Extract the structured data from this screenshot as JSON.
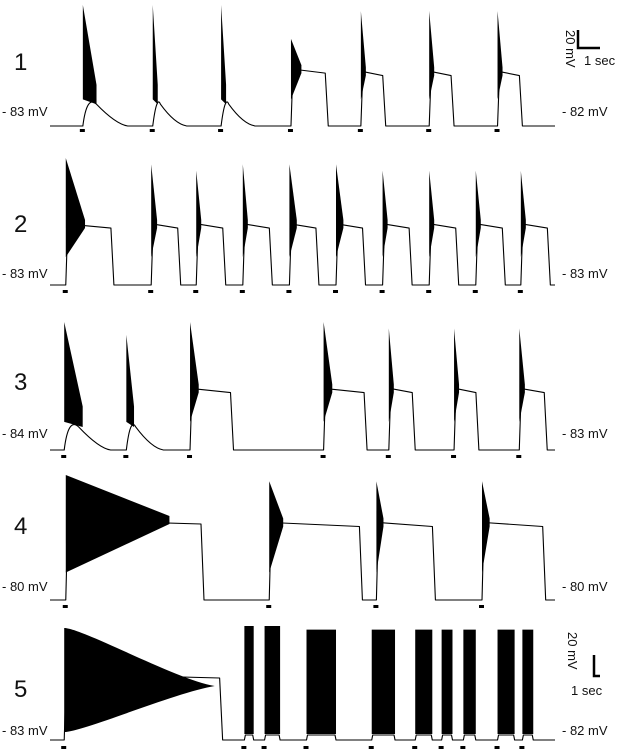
{
  "chart_data": {
    "type": "line",
    "panels": [
      {
        "number": "1",
        "left_label": "- 83 mV",
        "right_label": "- 82 mV",
        "events": [
          {
            "start": 0.8,
            "duration": 0.8,
            "plateau": 0,
            "burst_height": 1.0,
            "burst_tail": 0.55
          },
          {
            "start": 3.05,
            "duration": 0.45,
            "plateau": 0,
            "burst_height": 1.0,
            "burst_tail": 0.35
          },
          {
            "start": 5.25,
            "duration": 0.45,
            "plateau": 0,
            "burst_height": 1.0,
            "burst_tail": 0.3
          },
          {
            "start": 7.5,
            "duration": 1.2,
            "plateau": 0.47,
            "burst_height": 0.72,
            "burst_tail": 0.28
          },
          {
            "start": 9.75,
            "duration": 0.8,
            "plateau": 0.45,
            "burst_height": 0.95,
            "burst_tail": 0.12
          },
          {
            "start": 11.95,
            "duration": 0.8,
            "plateau": 0.45,
            "burst_height": 0.95,
            "burst_tail": 0.12
          },
          {
            "start": 14.15,
            "duration": 0.8,
            "plateau": 0.45,
            "burst_height": 0.95,
            "burst_tail": 0.12
          }
        ]
      },
      {
        "number": "2",
        "left_label": "- 83 mV",
        "right_label": "- 83 mV",
        "events": [
          {
            "start": 0.25,
            "duration": 1.55,
            "plateau": 0.48,
            "burst_height": 1.0,
            "burst_tail": 0.4
          },
          {
            "start": 3.0,
            "duration": 0.95,
            "plateau": 0.48,
            "burst_height": 0.95,
            "burst_tail": 0.2
          },
          {
            "start": 4.45,
            "duration": 0.95,
            "plateau": 0.48,
            "burst_height": 0.9,
            "burst_tail": 0.15
          },
          {
            "start": 5.95,
            "duration": 0.95,
            "plateau": 0.48,
            "burst_height": 0.95,
            "burst_tail": 0.1
          },
          {
            "start": 7.45,
            "duration": 0.95,
            "plateau": 0.48,
            "burst_height": 0.95,
            "burst_tail": 0.25
          },
          {
            "start": 8.95,
            "duration": 0.95,
            "plateau": 0.48,
            "burst_height": 0.95,
            "burst_tail": 0.25
          },
          {
            "start": 10.45,
            "duration": 0.95,
            "plateau": 0.48,
            "burst_height": 0.9,
            "burst_tail": 0.08
          },
          {
            "start": 11.95,
            "duration": 0.95,
            "plateau": 0.48,
            "burst_height": 0.9,
            "burst_tail": 0.15
          },
          {
            "start": 13.45,
            "duration": 0.95,
            "plateau": 0.48,
            "burst_height": 0.9,
            "burst_tail": 0.15
          },
          {
            "start": 14.9,
            "duration": 0.95,
            "plateau": 0.48,
            "burst_height": 0.9,
            "burst_tail": 0.15
          }
        ]
      },
      {
        "number": "3",
        "left_label": "- 84 mV",
        "right_label": "- 83 mV",
        "events": [
          {
            "start": 0.2,
            "duration": 0.85,
            "plateau": 0,
            "burst_height": 1.0,
            "burst_tail": 0.7
          },
          {
            "start": 2.2,
            "duration": 0.55,
            "plateau": 0,
            "burst_height": 0.9,
            "burst_tail": 0.45
          },
          {
            "start": 4.25,
            "duration": 1.4,
            "plateau": 0.48,
            "burst_height": 1.0,
            "burst_tail": 0.2
          },
          {
            "start": 8.55,
            "duration": 1.4,
            "plateau": 0.48,
            "burst_height": 1.0,
            "burst_tail": 0.2
          },
          {
            "start": 10.65,
            "duration": 0.85,
            "plateau": 0.48,
            "burst_height": 0.95,
            "burst_tail": 0.18
          },
          {
            "start": 12.75,
            "duration": 0.8,
            "plateau": 0.48,
            "burst_height": 0.95,
            "burst_tail": 0.12
          },
          {
            "start": 14.85,
            "duration": 0.9,
            "plateau": 0.48,
            "burst_height": 0.95,
            "burst_tail": 0.2
          }
        ]
      },
      {
        "number": "4",
        "left_label": "- 80 mV",
        "right_label": "- 80 mV",
        "events": [
          {
            "start": 0.25,
            "duration": 4.45,
            "plateau": 0.64,
            "burst_height": 1.0,
            "burst_tail": 0.75
          },
          {
            "start": 6.8,
            "duration": 3.0,
            "plateau": 0.62,
            "burst_height": 0.95,
            "burst_tail": 0.15
          },
          {
            "start": 10.25,
            "duration": 1.9,
            "plateau": 0.62,
            "burst_height": 0.95,
            "burst_tail": 0.12
          },
          {
            "start": 13.65,
            "duration": 2.05,
            "plateau": 0.62,
            "burst_height": 0.95,
            "burst_tail": 0.12
          }
        ]
      },
      {
        "number": "5",
        "left_label": "- 83 mV",
        "right_label": "- 82 mV",
        "events": [
          {
            "start": 0.2,
            "duration": 5.1,
            "plateau": 0.55,
            "burst_height": 1.0,
            "burst_tail": 0.95,
            "shape": "spindle"
          },
          {
            "start": 6.0,
            "duration": 0.3,
            "plateau": 0,
            "burst_height": 0.95,
            "burst_tail": 1.0,
            "shape": "block"
          },
          {
            "start": 6.65,
            "duration": 0.5,
            "plateau": 0,
            "burst_height": 0.95,
            "burst_tail": 1.0,
            "shape": "block"
          },
          {
            "start": 8.0,
            "duration": 0.95,
            "plateau": 0,
            "burst_height": 0.92,
            "burst_tail": 1.0,
            "shape": "block"
          },
          {
            "start": 10.1,
            "duration": 0.75,
            "plateau": 0,
            "burst_height": 0.92,
            "burst_tail": 1.0,
            "shape": "block"
          },
          {
            "start": 11.5,
            "duration": 0.55,
            "plateau": 0,
            "burst_height": 0.92,
            "burst_tail": 1.0,
            "shape": "block"
          },
          {
            "start": 12.35,
            "duration": 0.35,
            "plateau": 0,
            "burst_height": 0.92,
            "burst_tail": 1.0,
            "shape": "block"
          },
          {
            "start": 13.05,
            "duration": 0.4,
            "plateau": 0,
            "burst_height": 0.92,
            "burst_tail": 1.0,
            "shape": "block"
          },
          {
            "start": 14.15,
            "duration": 0.55,
            "plateau": 0,
            "burst_height": 0.92,
            "burst_tail": 1.0,
            "shape": "block"
          },
          {
            "start": 14.95,
            "duration": 0.35,
            "plateau": 0,
            "burst_height": 0.92,
            "burst_tail": 1.0,
            "shape": "block"
          }
        ]
      }
    ],
    "time_range_sec": [
      0,
      16
    ],
    "scale_bars": [
      {
        "panel": "1",
        "vertical_label": "20 mV",
        "horizontal_label": "1 sec"
      },
      {
        "panel": "5",
        "vertical_label": "20 mV",
        "horizontal_label": "1 sec"
      }
    ],
    "grid": false,
    "legend": "none"
  }
}
